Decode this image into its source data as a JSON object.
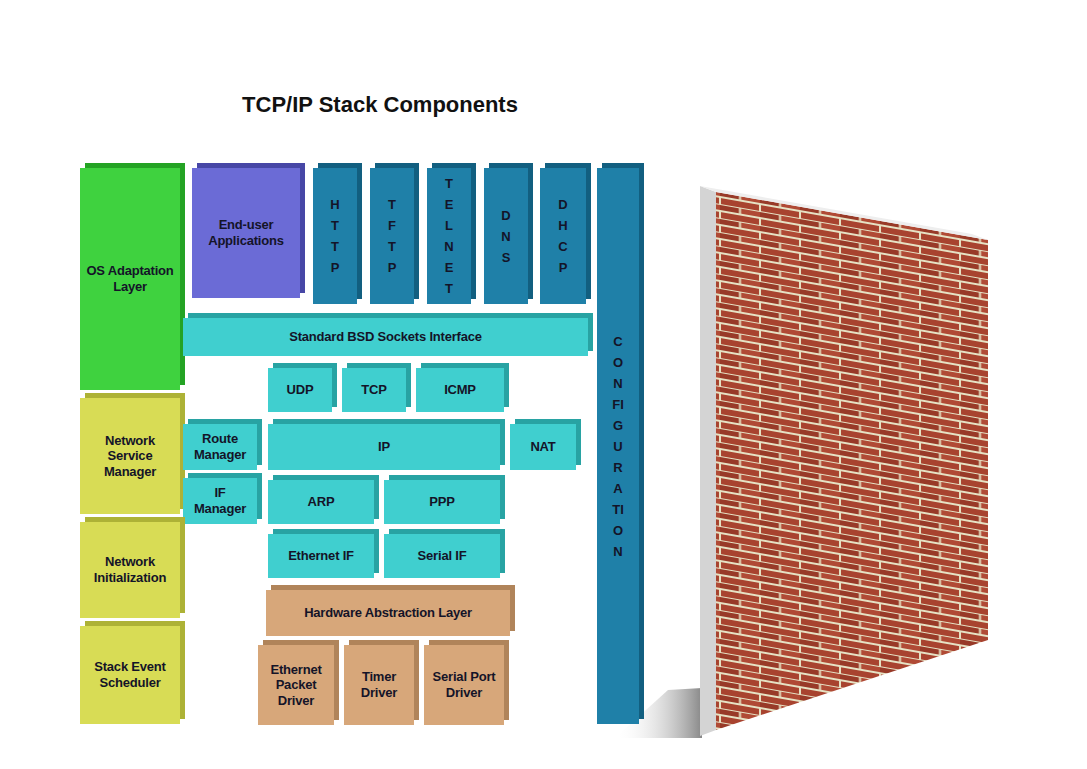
{
  "diagram": {
    "title": "TCP/IP Stack Components",
    "nodes": [
      {
        "text": [
          "OS Adaptation Layer"
        ]
      },
      {
        "text": [
          "End-user Applications"
        ]
      },
      {
        "text": [
          "HTTP"
        ]
      },
      {
        "text": [
          "TFTP"
        ]
      },
      {
        "text": [
          "TELNET"
        ]
      },
      {
        "text": [
          "DNS"
        ]
      },
      {
        "text": [
          "DHCP"
        ]
      },
      {
        "text": [
          "CONFIGURATION"
        ]
      },
      {
        "text": [
          "Standard BSD Sockets Interface"
        ]
      },
      {
        "text": [
          "UDP"
        ]
      },
      {
        "text": [
          "TCP"
        ]
      },
      {
        "text": [
          "ICMP"
        ]
      },
      {
        "text": [
          "Network Service Manager"
        ]
      },
      {
        "text": [
          "Route Manager"
        ]
      },
      {
        "text": [
          "IP"
        ]
      },
      {
        "text": [
          "NAT"
        ]
      },
      {
        "text": [
          "IF Manager"
        ]
      },
      {
        "text": [
          "ARP"
        ]
      },
      {
        "text": [
          "PPP"
        ]
      },
      {
        "text": [
          "Network Initialization"
        ]
      },
      {
        "text": [
          "Ethernet IF"
        ]
      },
      {
        "text": [
          "Serial IF"
        ]
      },
      {
        "text": [
          "Hardware Abstraction Layer"
        ]
      },
      {
        "text": [
          "Stack Event Scheduler"
        ]
      },
      {
        "text": [
          "Ethernet Packet Driver"
        ]
      },
      {
        "text": [
          "Timer Driver"
        ]
      },
      {
        "text": [
          "Serial Port Driver"
        ]
      }
    ]
  }
}
